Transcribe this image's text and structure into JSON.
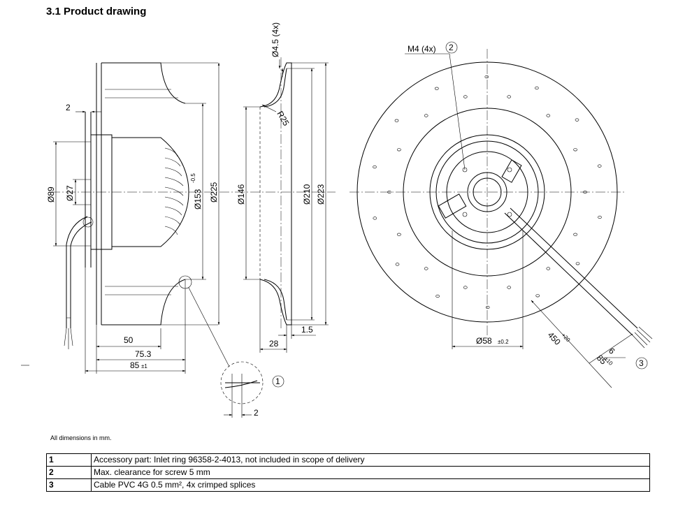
{
  "header": {
    "title": "3.1 Product drawing"
  },
  "dimensions": {
    "d_2_top": "2",
    "d_89": "Ø89",
    "d_27": "Ø27",
    "d_153": "Ø153",
    "d_153_tol": "-0.5",
    "d_225": "Ø225",
    "d_45": "Ø4.5 (4x)",
    "r25": "R25",
    "d_146": "Ø146",
    "d_210": "Ø210",
    "d_223": "Ø223",
    "d_50": "50",
    "d_75": "75.3",
    "d_85": "85",
    "d_85_tol": "±1",
    "d_28": "28",
    "d_15": "1.5",
    "d_2_detail": "2",
    "m4": "M4 (4x)",
    "d_58": "Ø58",
    "d_58_tol": "±0.2",
    "d_450": "450",
    "d_450_tol": "+20",
    "d_6": "6",
    "d_85b": "85",
    "d_85b_tol": "±10"
  },
  "callouts": {
    "c1": "1",
    "c2": "2",
    "c3": "3"
  },
  "footnote": "All dimensions in mm.",
  "notes": [
    {
      "num": "1",
      "text": "Accessory part: Inlet ring 96358-2-4013, not included in scope of delivery"
    },
    {
      "num": "2",
      "text": "Max. clearance for screw 5 mm"
    },
    {
      "num": "3",
      "text": "Cable PVC 4G 0.5 mm², 4x crimped splices"
    }
  ]
}
